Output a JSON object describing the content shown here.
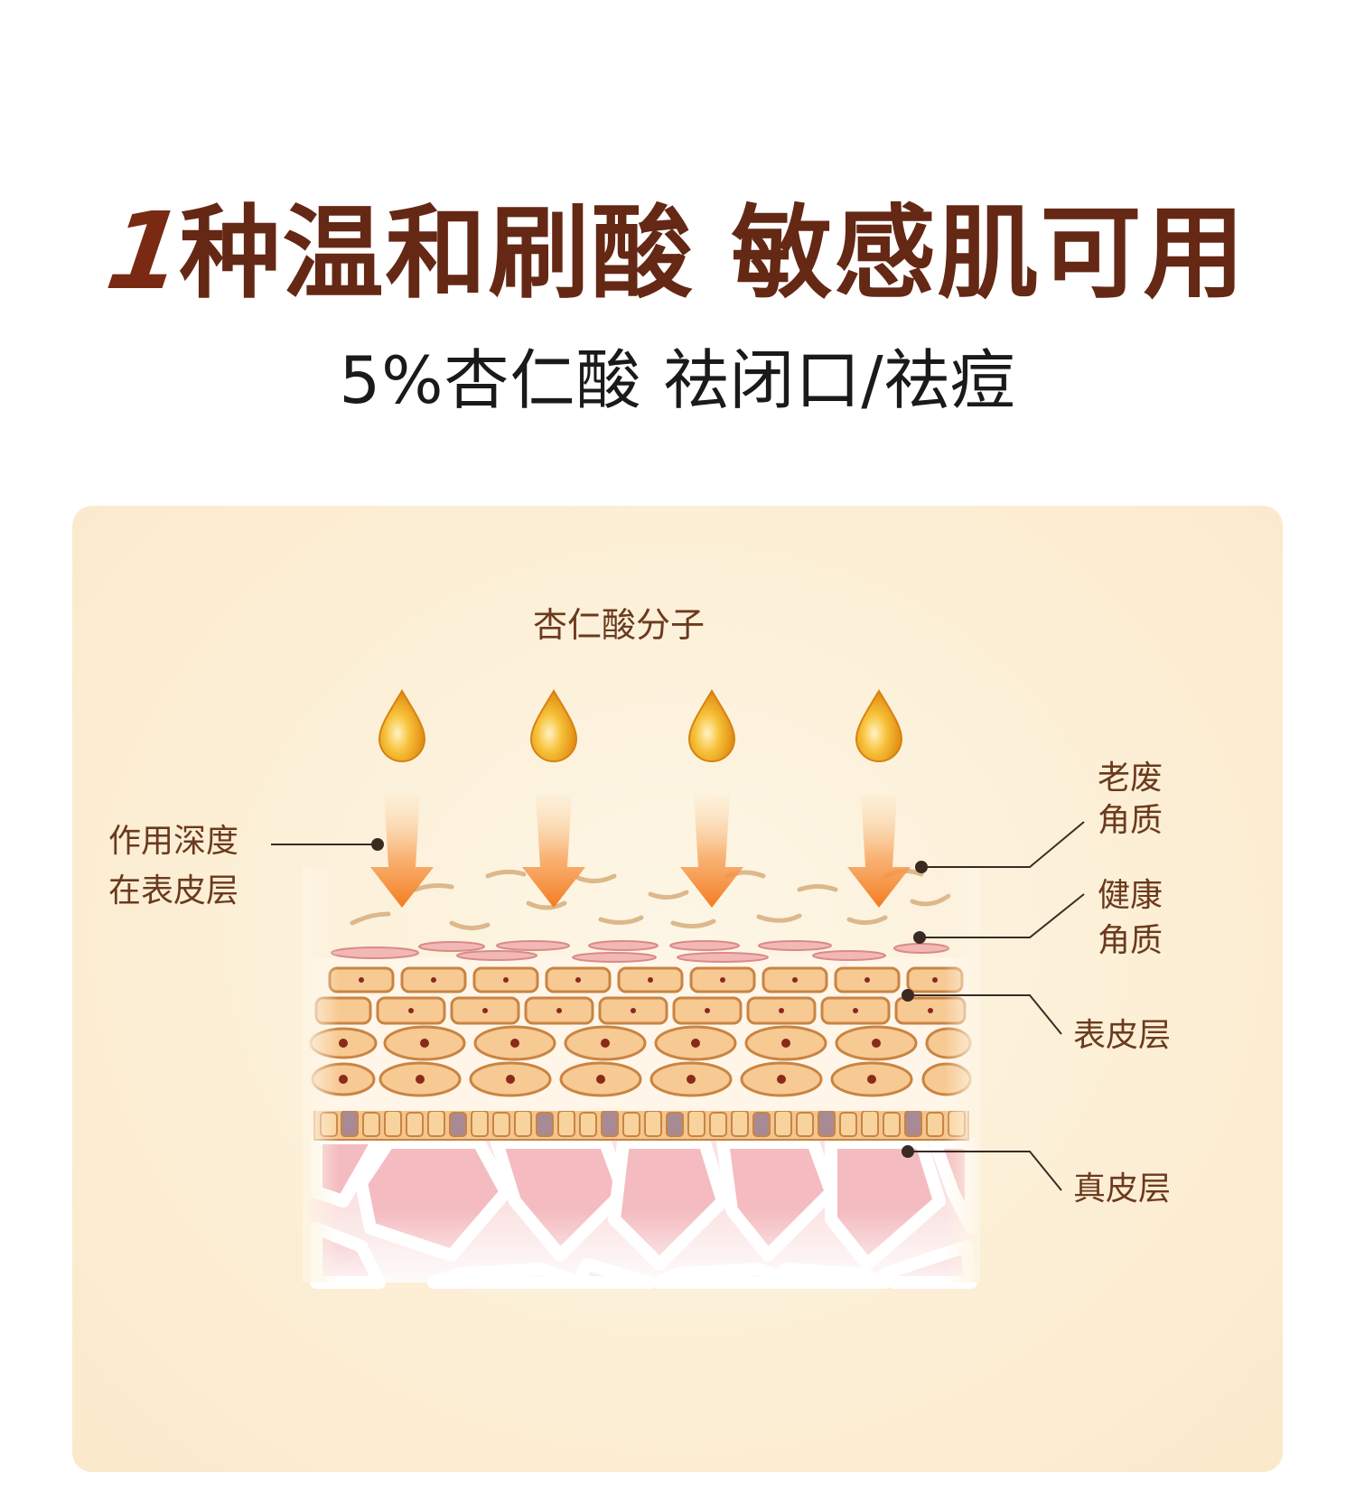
{
  "headline": {
    "number": "1",
    "text": "种温和刷酸 敏感肌可用"
  },
  "subline": "5%杏仁酸 祛闭口/祛痘",
  "diagram": {
    "molecule_label": "杏仁酸分子",
    "depth_label_line1": "作用深度",
    "depth_label_line2": "在表皮层",
    "old_keratin_line1": "老废",
    "old_keratin_line2": "角质",
    "healthy_keratin_line1": "健康",
    "healthy_keratin_line2": "角质",
    "epidermis": "表皮层",
    "dermis": "真皮层"
  },
  "colors": {
    "headline": "#642814",
    "label": "#6b3a1e",
    "arrow": "#f47b20",
    "drop": "#f2a818",
    "dermis": "#f4c2c4",
    "cell": "#f7c78e"
  }
}
